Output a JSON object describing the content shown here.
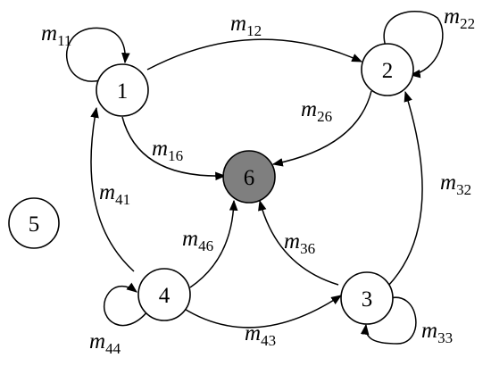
{
  "nodes": [
    {
      "id": "1",
      "label": "1",
      "highlighted": false
    },
    {
      "id": "2",
      "label": "2",
      "highlighted": false
    },
    {
      "id": "3",
      "label": "3",
      "highlighted": false
    },
    {
      "id": "4",
      "label": "4",
      "highlighted": false
    },
    {
      "id": "5",
      "label": "5",
      "highlighted": false
    },
    {
      "id": "6",
      "label": "6",
      "highlighted": true
    }
  ],
  "edges": [
    {
      "id": "m11",
      "from": "1",
      "to": "1",
      "label": "m",
      "sub": "11"
    },
    {
      "id": "m12",
      "from": "1",
      "to": "2",
      "label": "m",
      "sub": "12"
    },
    {
      "id": "m22",
      "from": "2",
      "to": "2",
      "label": "m",
      "sub": "22"
    },
    {
      "id": "m26",
      "from": "2",
      "to": "6",
      "label": "m",
      "sub": "26"
    },
    {
      "id": "m16",
      "from": "1",
      "to": "6",
      "label": "m",
      "sub": "16"
    },
    {
      "id": "m41",
      "from": "4",
      "to": "1",
      "label": "m",
      "sub": "41"
    },
    {
      "id": "m32",
      "from": "3",
      "to": "2",
      "label": "m",
      "sub": "32"
    },
    {
      "id": "m46",
      "from": "4",
      "to": "6",
      "label": "m",
      "sub": "46"
    },
    {
      "id": "m36",
      "from": "3",
      "to": "6",
      "label": "m",
      "sub": "36"
    },
    {
      "id": "m44",
      "from": "4",
      "to": "4",
      "label": "m",
      "sub": "44"
    },
    {
      "id": "m43",
      "from": "4",
      "to": "3",
      "label": "m",
      "sub": "43"
    },
    {
      "id": "m33",
      "from": "3",
      "to": "3",
      "label": "m",
      "sub": "33"
    }
  ],
  "colors": {
    "sink_fill": "#7f7f7f",
    "node_fill": "#ffffff",
    "stroke": "#000000"
  }
}
